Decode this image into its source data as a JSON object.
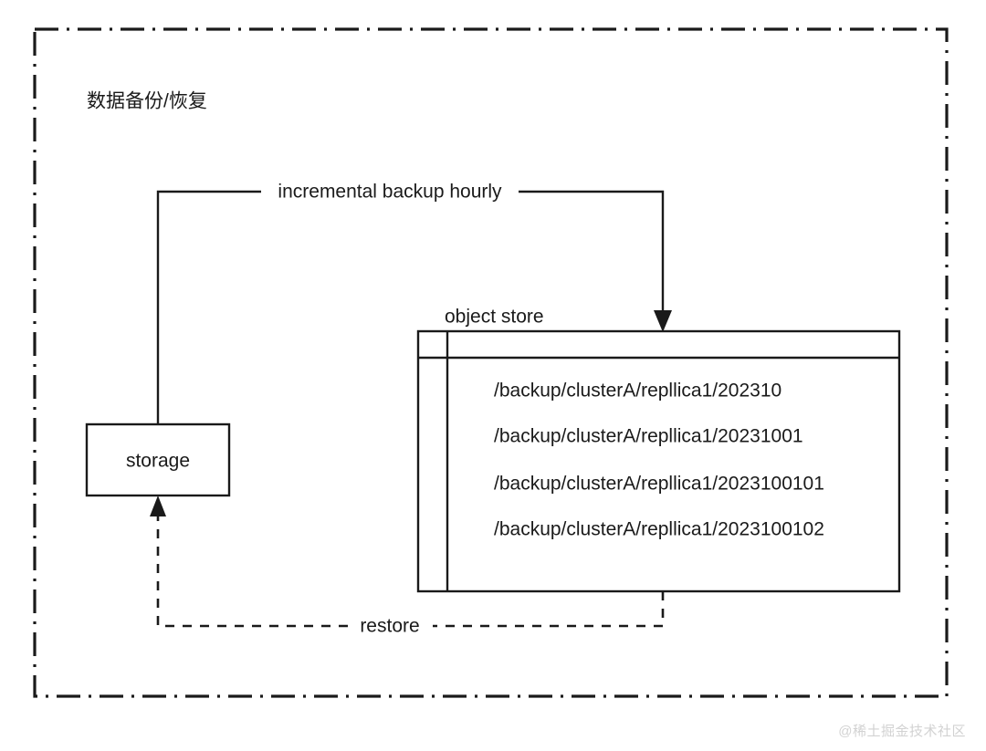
{
  "diagram": {
    "title": "数据备份/恢复",
    "boundary": {
      "style": "dash-dot",
      "color": "#1a1a1a"
    },
    "nodes": [
      {
        "id": "storage",
        "label": "storage",
        "shape": "rectangle"
      },
      {
        "id": "object-store",
        "label": "object store",
        "shape": "package",
        "items": [
          "/backup/clusterA/repllica1/202310",
          "/backup/clusterA/repllica1/20231001",
          "/backup/clusterA/repllica1/2023100101",
          "/backup/clusterA/repllica1/2023100102"
        ]
      }
    ],
    "edges": [
      {
        "id": "backup-edge",
        "label": "incremental backup hourly",
        "from": "storage",
        "to": "object-store",
        "style": "solid",
        "arrow": "to-object-store"
      },
      {
        "id": "restore-edge",
        "label": "restore",
        "from": "object-store",
        "to": "storage",
        "style": "dashed",
        "arrow": "to-storage"
      }
    ]
  },
  "watermark": {
    "text": "@稀土掘金技术社区"
  }
}
